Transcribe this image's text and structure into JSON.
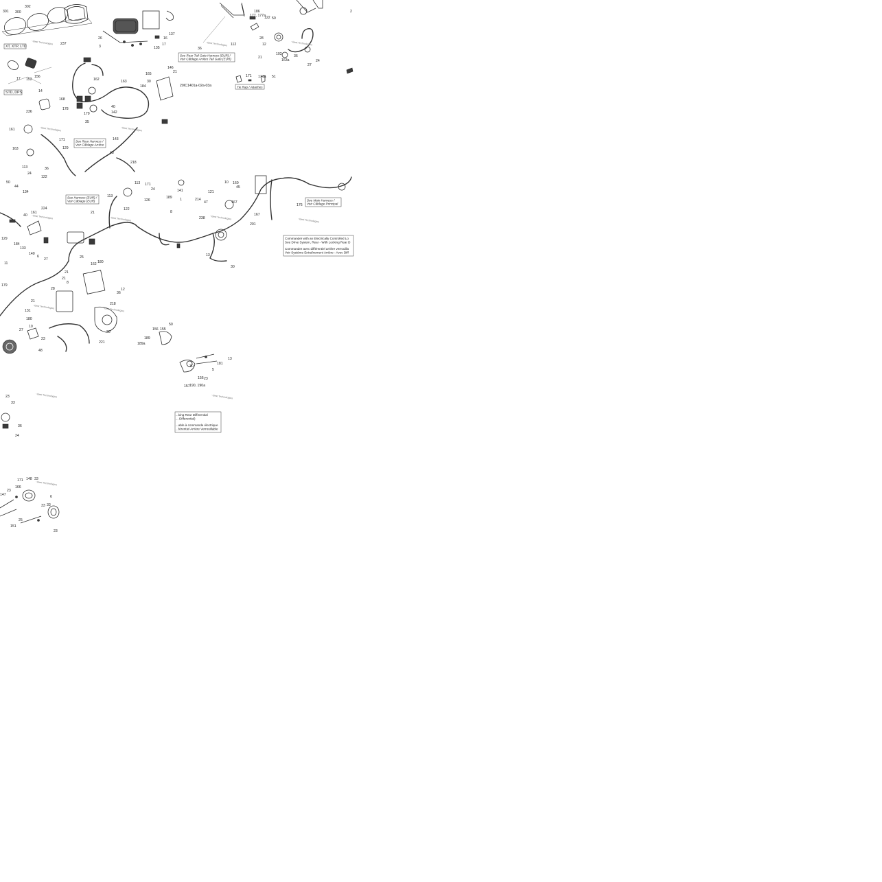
{
  "diagram": {
    "drawing_code": "20IC1401a-02a-03a",
    "page_corner_label": "2",
    "notes": {
      "xt_xtp_ltd": "XT, XTP, LTD",
      "std_dps": "STD, DPS",
      "rear_tail_gate": [
        "See Rear Tail Gate Harness (EUR) /",
        "Voir Câblage Arrière Tail Gate (EUR)"
      ],
      "tie_rap": "Tie Rap / Attaches",
      "rear_harness": [
        "See Rear Harness /",
        "Voir Câblage Arrière"
      ],
      "harness_eur": [
        "See Harness (EUR) /",
        "Voir Câblage (EUR)"
      ],
      "main_harness": [
        "See Main Harness /",
        "Voir Câblage Principal"
      ],
      "commander_locking": [
        "Commander with an Electrically Controlled Lo",
        "See Drive System, Rear - With Locking Rear D",
        "Commander avec différentiel arrière verrouilla",
        "Voir Système Entraînement Arrière - Avec Diff"
      ],
      "locking_rear_diff": [
        "...king Rear Differential",
        "... Differential)",
        "...able à commande électrique",
        "...férentiel Arrière Verrouillable"
      ]
    },
    "watermark": "~Best Technologies",
    "callouts": [
      "301",
      "302",
      "300",
      "237",
      "XT",
      "26",
      "3",
      "135",
      "137",
      "17",
      "16",
      "162",
      "163",
      "165",
      "168",
      "178",
      "179",
      "40",
      "142",
      "35",
      "143",
      "146",
      "21",
      "30",
      "184",
      "17",
      "152",
      "156",
      "14",
      "236",
      "161",
      "163",
      "171",
      "129",
      "113",
      "24",
      "36",
      "122",
      "50",
      "44",
      "134",
      "43",
      "218",
      "113",
      "171",
      "24",
      "36",
      "112",
      "186",
      "177, 177a",
      "122",
      "50",
      "28",
      "12",
      "21",
      "102",
      "163a",
      "36",
      "24",
      "27",
      "171",
      "171a",
      "51",
      "113",
      "122",
      "126",
      "189",
      "8",
      "21",
      "141",
      "214",
      "1",
      "10",
      "160",
      "45",
      "121",
      "47",
      "167",
      "167",
      "238",
      "201",
      "176",
      "161",
      "224",
      "40",
      "129",
      "184",
      "133",
      "140",
      "6",
      "27",
      "11",
      "179",
      "25",
      "180",
      "162",
      "21",
      "21",
      "8",
      "12",
      "36",
      "218",
      "28",
      "21",
      "131",
      "180",
      "10",
      "27",
      "48",
      "221",
      "30",
      "50",
      "156",
      "155",
      "189",
      "189a",
      "23",
      "13",
      "30",
      "30",
      "181",
      "5",
      "23",
      "156",
      "157",
      "190, 190a",
      "13",
      "23",
      "33",
      "36",
      "24",
      "171",
      "166",
      "148",
      "33",
      "147",
      "23",
      "6",
      "33",
      "33",
      "25",
      "151",
      "23",
      "167",
      "180"
    ],
    "icons": [
      "winch-icon",
      "bracket-icon",
      "gauge-icon",
      "connector-icon",
      "relay-box-icon",
      "actuator-icon",
      "grommet-icon",
      "harness-icon"
    ]
  }
}
